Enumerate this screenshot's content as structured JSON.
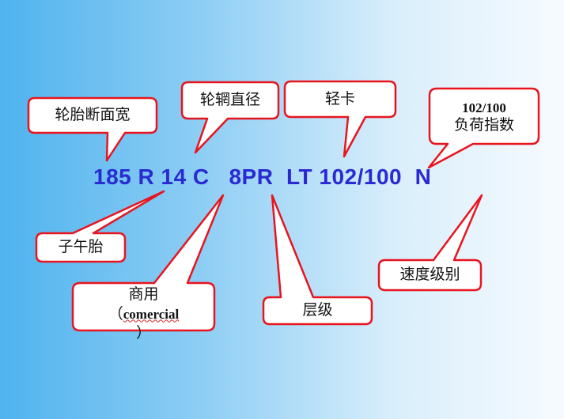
{
  "code": "185 R 14 C   8PR  LT 102/100  N",
  "labels": {
    "section_width": "轮胎断面宽",
    "rim_diameter": "轮辋直径",
    "light_truck": "轻卡",
    "load_index_number": "102/100",
    "load_index": "负荷指数",
    "radial": "子午胎",
    "commercial_cn": "商用",
    "commercial_open": "（",
    "commercial_word": "comercial",
    "commercial_close": "）",
    "ply_rating": "层级",
    "speed_rating": "速度级别"
  },
  "colors": {
    "callout_stroke": "#e8141e",
    "callout_fill": "#ffffff",
    "code_text": "#2a2ad2"
  }
}
